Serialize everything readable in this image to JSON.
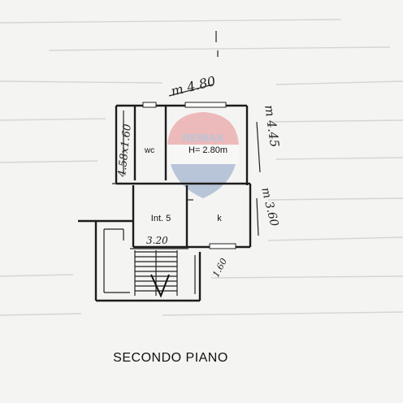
{
  "plan": {
    "top_dimension": "m 4.80",
    "right_upper_dimension": "m 4.45",
    "right_lower_dimension": "m 3.60",
    "left_dimension": "4.58x1.60",
    "lower_right_note": "1.60",
    "stair_note": "3.20",
    "rooms": {
      "wc": "wc",
      "living": "H= 2.80m",
      "stair_room": "Int. 5",
      "kitchen": "k"
    },
    "caption": "SECONDO PIANO"
  },
  "watermark": {
    "brand": "RE/MAX",
    "colors": {
      "red": "#d9262c",
      "blue": "#1f4e9c"
    }
  }
}
